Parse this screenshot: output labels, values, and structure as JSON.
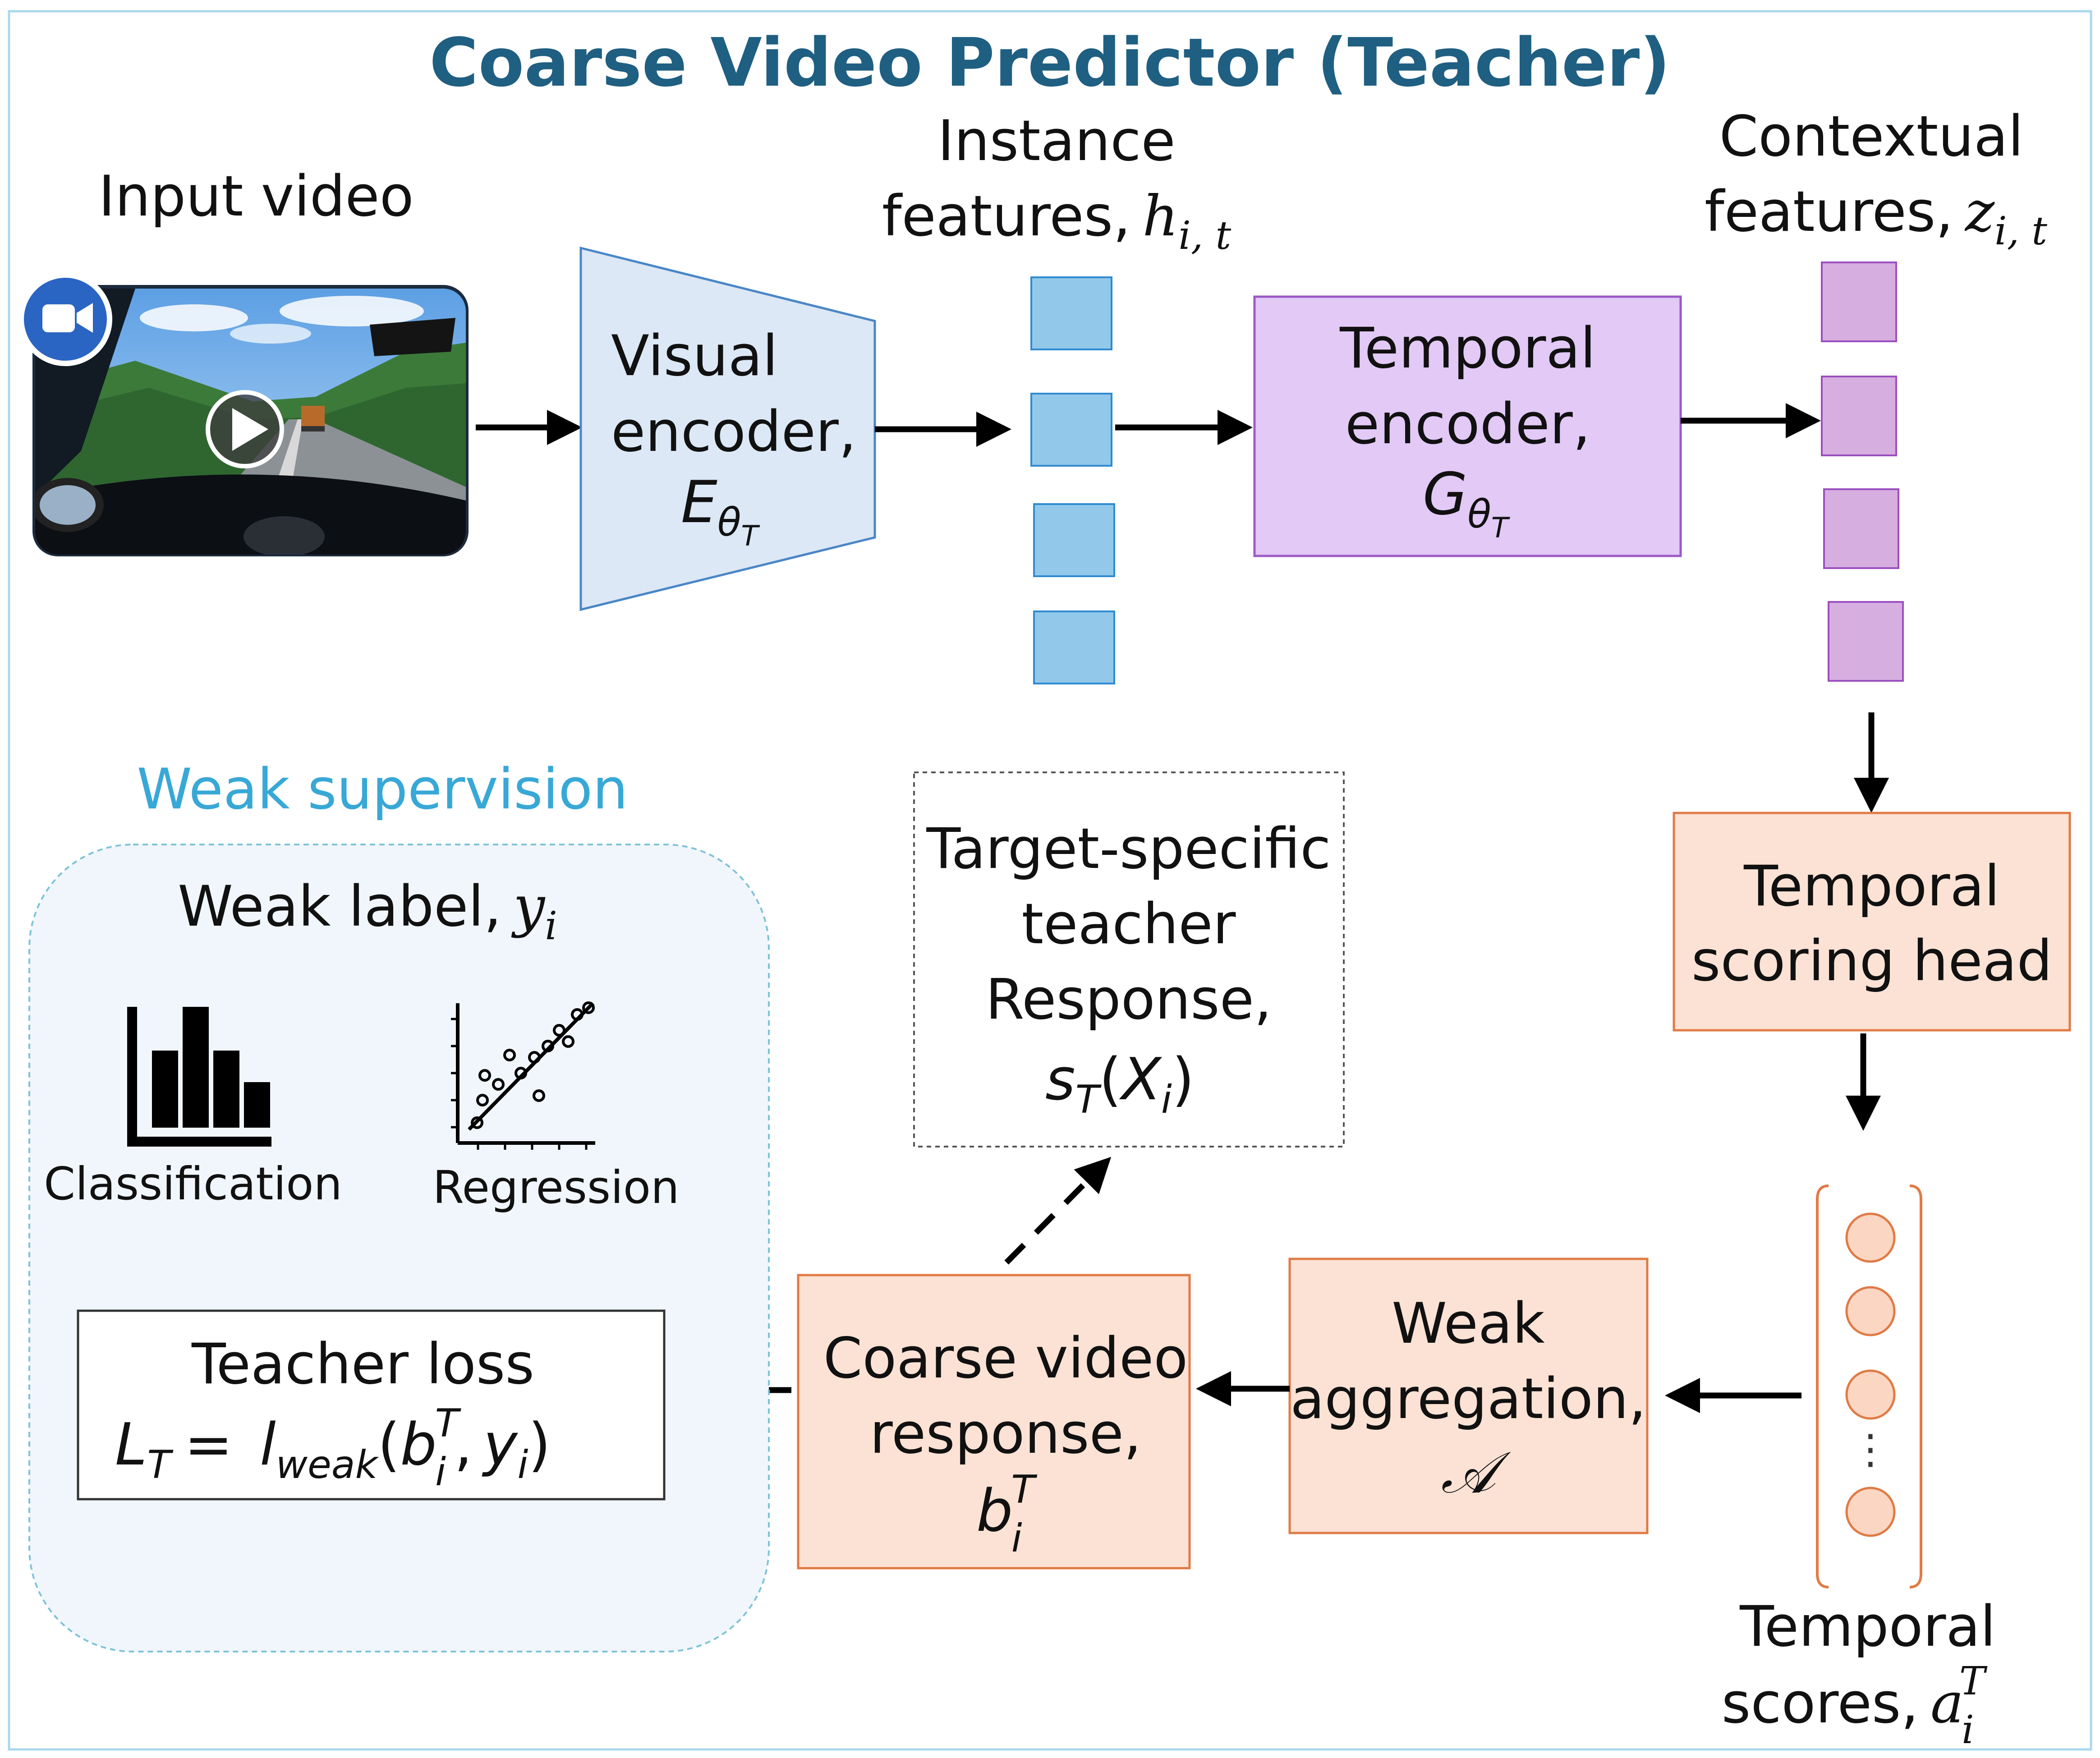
{
  "title": "Coarse Video Predictor (Teacher)",
  "input": {
    "label": "Input video"
  },
  "visual_encoder": {
    "line1": "Visual",
    "line2": "encoder,",
    "symbol": "E",
    "subscript": "θ",
    "sub_sub": "T"
  },
  "instance_features": {
    "line1": "Instance",
    "line2": "features,",
    "symbol": "h",
    "subscript": "i, t"
  },
  "temporal_encoder": {
    "line1": "Temporal",
    "line2": "encoder,",
    "symbol": "G",
    "subscript": "θ",
    "sub_sub": "T"
  },
  "contextual_features": {
    "line1": "Contextual",
    "line2": "features,",
    "symbol": "z",
    "subscript": "i, t"
  },
  "scoring_head": {
    "line1": "Temporal",
    "line2": "scoring head"
  },
  "temporal_scores": {
    "line1": "Temporal",
    "line2": "scores,",
    "symbol": "a",
    "subscript": "i",
    "superscript": "T",
    "ellipsis": "⋮"
  },
  "aggregation": {
    "line1": "Weak",
    "line2": "aggregation,",
    "symbol": "𝒜"
  },
  "coarse_response": {
    "line1": "Coarse video",
    "line2": "response,",
    "symbol": "b",
    "subscript": "i",
    "superscript": "T"
  },
  "teacher_response": {
    "line1": "Target-specific",
    "line2": "teacher",
    "line3": "Response,",
    "s_symbol": "s",
    "s_subscript": "T",
    "paren_open": "(",
    "x_symbol": "X",
    "x_subscript": "i",
    "paren_close": ")"
  },
  "weak_supervision": {
    "heading": "Weak supervision",
    "label_line": "Weak label,",
    "label_symbol": "y",
    "label_subscript": "i",
    "classification": "Classification",
    "regression": "Regression",
    "loss_title": "Teacher loss",
    "loss": {
      "lhs": "L",
      "lhs_sub": "T",
      "eq": "=",
      "fn": "l",
      "fn_sub": "weak",
      "open": "(",
      "b": "b",
      "b_sub": "i",
      "b_sup": "T",
      "comma": ",",
      "y": "y",
      "y_sub": "i",
      "close": ")"
    }
  },
  "colors": {
    "title": "#1f5f82",
    "weak_heading": "#38a8d6",
    "encoder_fill": "#dce8f6",
    "encoder_stroke": "#4a86c6",
    "instance_fill": "#92c8ea",
    "instance_stroke": "#2f8bd0",
    "temporal_fill": "#e2c9f6",
    "temporal_stroke": "#9b59c6",
    "context_fill": "#d7aee0",
    "context_stroke": "#9b4fc0",
    "orange_fill": "#fbe2d4",
    "orange_stroke": "#e07a45",
    "weak_panel_fill": "#f0f6fc",
    "weak_panel_stroke": "#7ec3d8"
  },
  "icons": [
    "video-camera-icon",
    "play-icon",
    "bar-chart-icon",
    "scatter-plot-icon"
  ]
}
